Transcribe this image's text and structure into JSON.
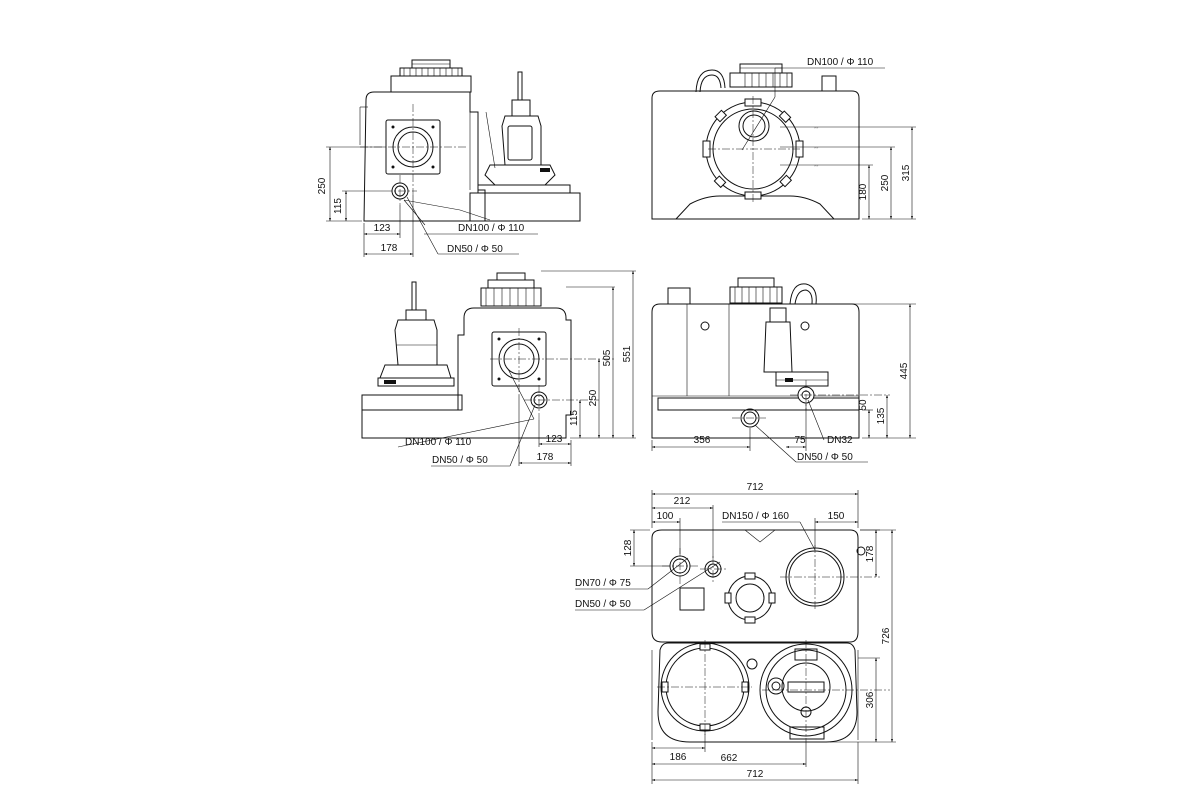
{
  "views": {
    "side_left": {
      "dims": {
        "h250": "250",
        "h115": "115",
        "w123": "123",
        "w178": "178"
      },
      "labels": {
        "dn100": "DN100 /   Φ 110",
        "dn50": "DN50 /   Φ 50"
      }
    },
    "side_right": {
      "label_dn100": "DN100 /   Φ 110",
      "dims": {
        "h180": "180",
        "h250": "250",
        "h315": "315"
      }
    },
    "front_left": {
      "dims": {
        "h505": "505",
        "h551": "551",
        "h250": "250",
        "h115": "115",
        "w123": "123",
        "w178": "178"
      },
      "labels": {
        "dn100": "DN100 /   Φ 110",
        "dn50": "DN50 /   Φ 50"
      }
    },
    "front_right": {
      "dims": {
        "h445": "445",
        "h135": "135",
        "h50": "50",
        "w356": "356",
        "w75": "75"
      },
      "labels": {
        "dn32": "DN32",
        "dn50": "DN50 /   Φ 50"
      }
    },
    "top_view": {
      "dims": {
        "w712_top": "712",
        "w212": "212",
        "w100": "100",
        "w150": "150",
        "h128": "128",
        "h178": "178",
        "h726": "726",
        "h306": "306",
        "w186": "186",
        "w662": "662",
        "w712_bottom": "712"
      },
      "labels": {
        "dn150": "DN150 /   Φ 160",
        "dn70": "DN70 /   Φ 75",
        "dn50": "DN50 /   Φ 50"
      }
    }
  }
}
